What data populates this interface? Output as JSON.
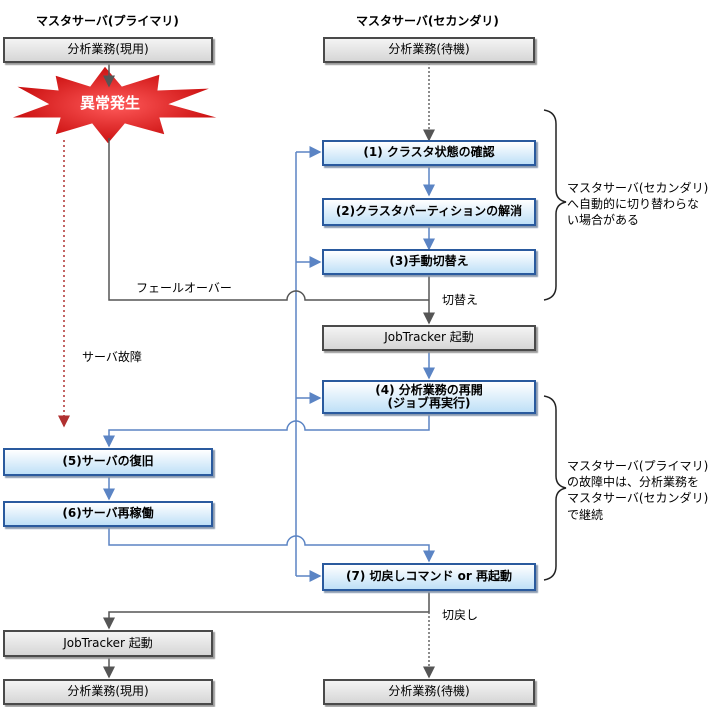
{
  "headers": {
    "primary": "マスタサーバ(プライマリ)",
    "secondary": "マスタサーバ(セカンダリ)"
  },
  "boxes": {
    "primary_active_top": "分析業務(現用)",
    "secondary_standby_top": "分析業務(待機)",
    "step1": "(1) クラスタ状態の確認",
    "step2": "(2)クラスタパーティションの解消",
    "step3": "(3)手動切替え",
    "jobtracker_secondary": "JobTracker 起動",
    "step4_line1": "(4) 分析業務の再開",
    "step4_line2": "(ジョブ再実行)",
    "step5": "(5)サーバの復旧",
    "step6": "(6)サーバ再稼働",
    "step7": "(7) 切戻しコマンド or 再起動",
    "jobtracker_primary": "JobTracker 起動",
    "primary_active_bottom": "分析業務(現用)",
    "secondary_standby_bottom": "分析業務(待機)"
  },
  "event": {
    "failure": "異常発生"
  },
  "labels": {
    "failover": "フェールオーバー",
    "switchover": "切替え",
    "server_failure": "サーバ故障",
    "switchback": "切戻し"
  },
  "notes": {
    "manual_switch": [
      "マスタサーバ(セカンダリ)",
      "へ自動的に切り替わらな",
      "い場合がある"
    ],
    "continue": [
      "マスタサーバ(プライマリ)",
      "の故障中は、分析業務を",
      "マスタサーバ(セカンダリ)",
      "で継続"
    ]
  },
  "colors": {
    "gray_border": "#4a4a4a",
    "blue_border": "#2a5a9e",
    "blue_line": "#5b84c4",
    "red_star": "#d62020",
    "red_dotted": "#b03030"
  }
}
